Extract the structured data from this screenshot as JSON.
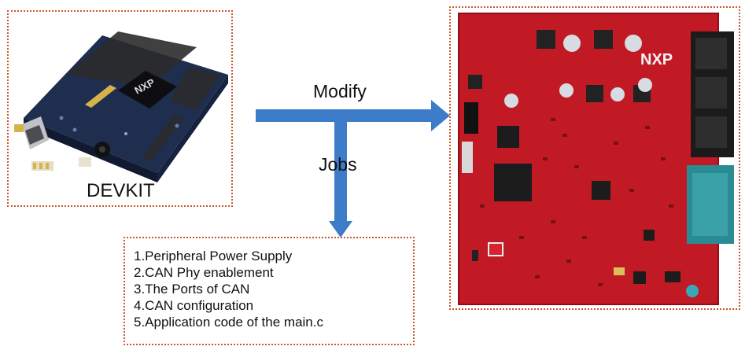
{
  "devkit": {
    "label": "DEVKIT",
    "board_logo": "NXP"
  },
  "target_board": {
    "logo": "NXP"
  },
  "arrows": {
    "modify_label": "Modify",
    "jobs_label": "Jobs"
  },
  "jobs": [
    "1.Peripheral Power Supply",
    "2.CAN Phy enablement",
    "3.The Ports of CAN",
    "4.CAN configuration",
    "5.Application code of the main.c"
  ],
  "colors": {
    "arrow": "#3d7cc9",
    "box_border": "#c8582a",
    "devkit_pcb": "#1f2d4e",
    "target_pcb": "#c21a25"
  }
}
